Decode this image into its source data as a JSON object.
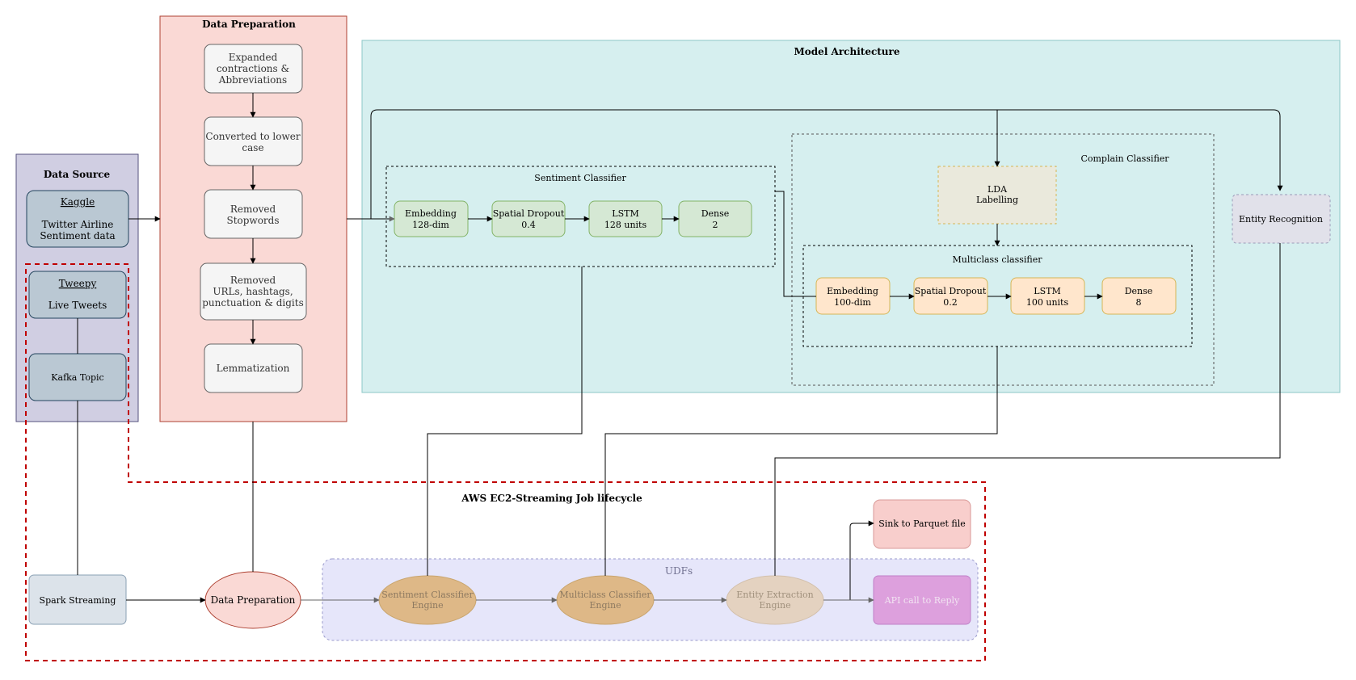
{
  "colors": {
    "data_source_fill": "#d0cee2",
    "data_prep_fill": "#fad9d5",
    "model_arch_fill": "#d6efef",
    "model_arch_stroke": "#8cc7c7",
    "green_fill": "#d5e8d4",
    "green_stroke": "#82b366",
    "orange_fill": "#ffe6cc",
    "orange_stroke": "#d6b656",
    "gray_box_fill": "#f5f5f5",
    "blue_box_fill": "#bac8d3",
    "lda_fill": "#eae9dc",
    "entity_fill": "#e1e1ea",
    "udf_fill": "#e6e6fa",
    "engine_fill": "#deb887",
    "entity_engine_fill": "#e4d2c0",
    "sink_fill": "#f8cecc",
    "api_fill": "#dda0dd",
    "lifecycle_border": "#c00000"
  },
  "data_source": {
    "title": "Data Source",
    "kaggle": {
      "title": "Kaggle",
      "line1": "Twitter Airline",
      "line2": "Sentiment data"
    },
    "tweepy": {
      "title": "Tweepy",
      "subtitle": "Live Tweets"
    },
    "kafka": "Kafka Topic"
  },
  "data_prep": {
    "title": "Data Preparation",
    "steps": [
      {
        "lines": [
          "Expanded",
          "contractions &",
          "Abbreviations"
        ]
      },
      {
        "lines": [
          "Converted to lower",
          "case"
        ]
      },
      {
        "lines": [
          "Removed",
          "Stopwords"
        ]
      },
      {
        "lines": [
          "Removed",
          "URLs, hashtags,",
          "punctuation & digits"
        ]
      },
      {
        "lines": [
          "Lemmatization"
        ]
      }
    ]
  },
  "model": {
    "title": "Model Architecture",
    "sentiment": {
      "title": "Sentiment Classifier",
      "layers": [
        {
          "lines": [
            "Embedding",
            "128-dim"
          ]
        },
        {
          "lines": [
            "Spatial Dropout",
            "0.4"
          ]
        },
        {
          "lines": [
            "LSTM",
            "128 units"
          ]
        },
        {
          "lines": [
            "Dense",
            "2"
          ]
        }
      ]
    },
    "complain": {
      "title": "Complain Classifier",
      "lda": [
        "LDA",
        "Labelling"
      ],
      "multiclass_title": "Multiclass  classifier",
      "layers": [
        {
          "lines": [
            "Embedding",
            "100-dim"
          ]
        },
        {
          "lines": [
            "Spatial Dropout",
            "0.2"
          ]
        },
        {
          "lines": [
            "LSTM",
            "100 units"
          ]
        },
        {
          "lines": [
            "Dense",
            "8"
          ]
        }
      ]
    },
    "entity": "Entity Recognition"
  },
  "lifecycle": {
    "title": "AWS EC2-Streaming Job lifecycle",
    "spark": "Spark Streaming",
    "prep": "Data Preparation",
    "udfs_title": "UDFs",
    "engines": [
      {
        "lines": [
          "Sentiment Classifier",
          "Engine"
        ]
      },
      {
        "lines": [
          "Multiclass Classifier",
          "Engine"
        ]
      },
      {
        "lines": [
          "Entity Extraction",
          "Engine"
        ]
      }
    ],
    "sink": "Sink to Parquet file",
    "api": "API call to Reply"
  }
}
